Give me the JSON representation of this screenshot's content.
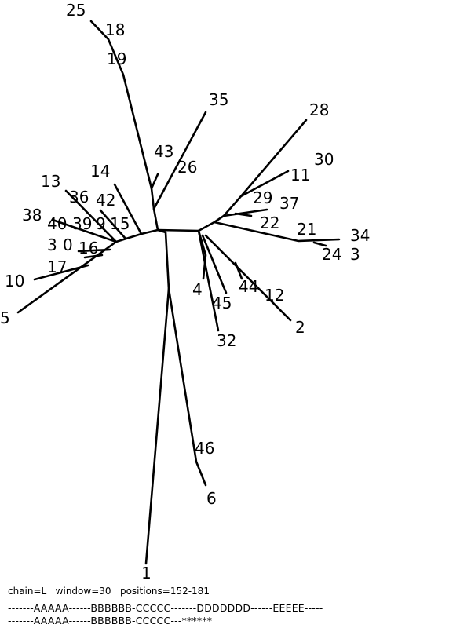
{
  "tree": {
    "leaves": [
      "25",
      "18",
      "19",
      "35",
      "43",
      "26",
      "28",
      "30",
      "11",
      "29",
      "37",
      "22",
      "21",
      "34",
      "24",
      "3",
      "14",
      "13",
      "36",
      "42",
      "38",
      "40",
      "39",
      "9",
      "15",
      "3",
      "0",
      "16",
      "17",
      "10",
      "5",
      "4",
      "45",
      "44",
      "12",
      "2",
      "32",
      "46",
      "6",
      "1"
    ]
  },
  "footer": {
    "info": "chain=L   window=30   positions=152-181",
    "seq1": "-------AAAAA------BBBBBB-CCCCC-------DDDDDDD------EEEEE-----",
    "seq2": "-------AAAAA------BBBBBB-CCCCC---******"
  }
}
